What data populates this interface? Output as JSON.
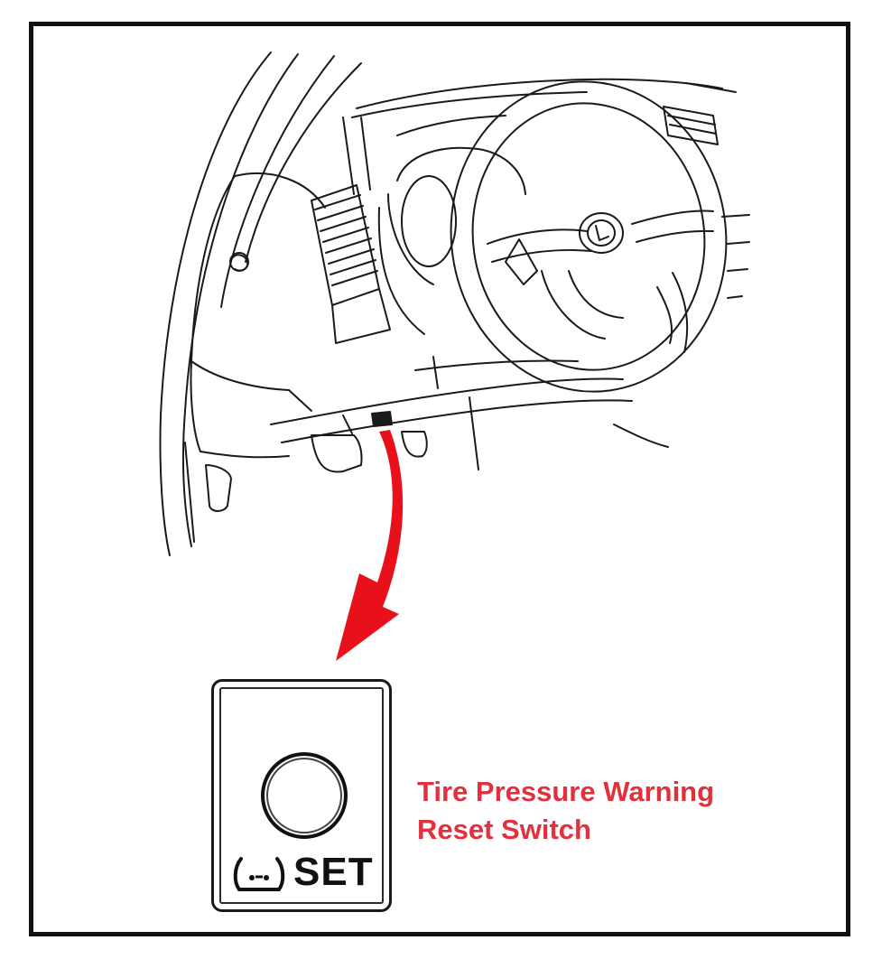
{
  "diagram": {
    "subject": "vehicle-dashboard-line-drawing",
    "arrow_color": "#e8101a",
    "caption_color": "#e0313d"
  },
  "switch": {
    "label": "SET",
    "icon": "tire-pressure-warning-icon"
  },
  "caption": {
    "line1": "Tire Pressure Warning",
    "line2": "Reset Switch"
  }
}
